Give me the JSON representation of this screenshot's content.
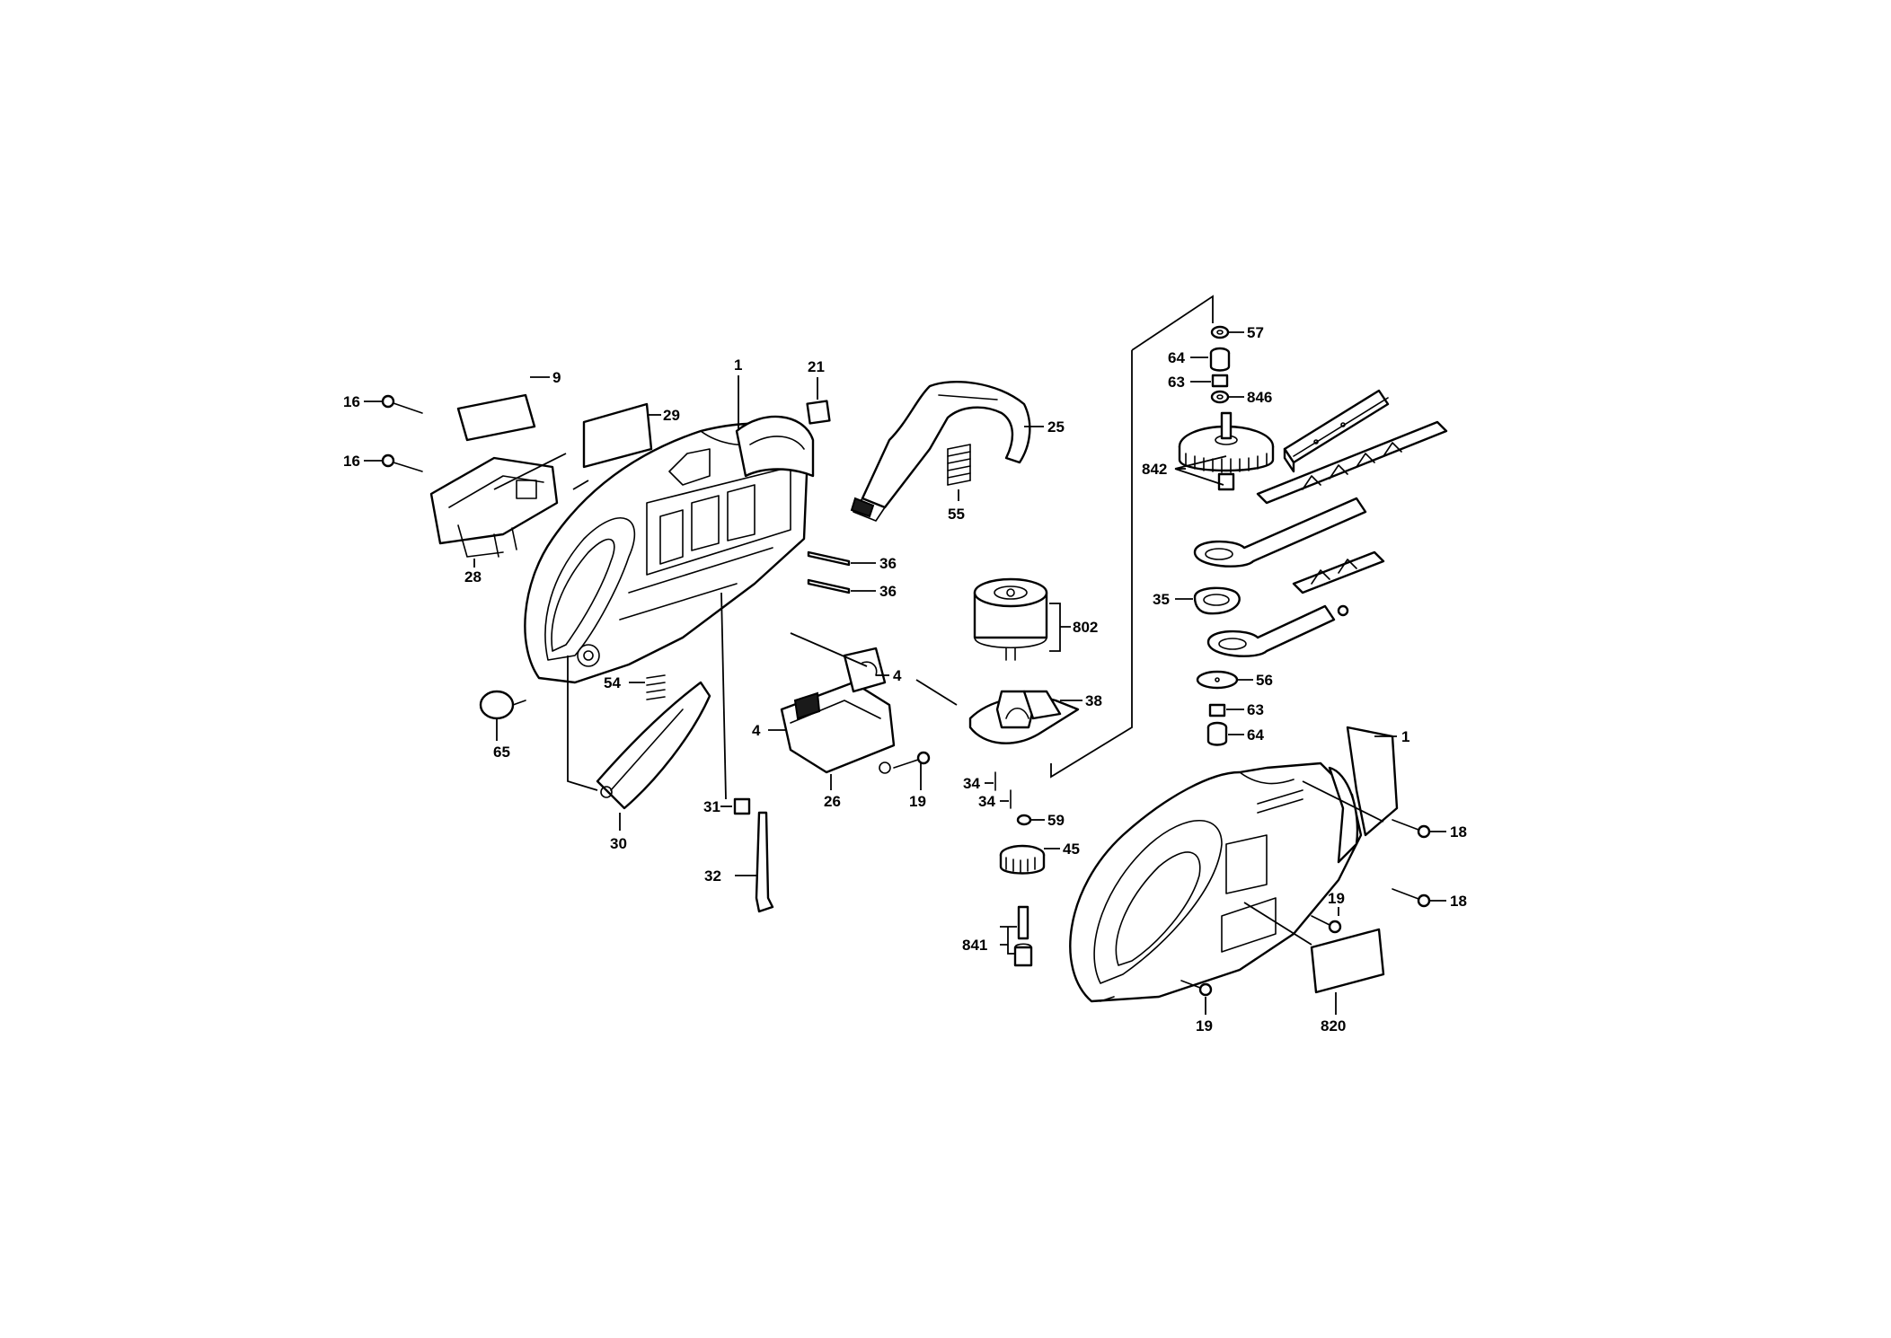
{
  "diagram": {
    "callouts": {
      "c_1_left": "1",
      "c_1_right": "1",
      "c_4_upper": "4",
      "c_4_lower": "4",
      "c_9": "9",
      "c_16_upper": "16",
      "c_16_lower": "16",
      "c_18_upper": "18",
      "c_18_lower": "18",
      "c_19_mid": "19",
      "c_19_right": "19",
      "c_19_bottom": "19",
      "c_21": "21",
      "c_25": "25",
      "c_26": "26",
      "c_28": "28",
      "c_29": "29",
      "c_30": "30",
      "c_31": "31",
      "c_32": "32",
      "c_34_upper": "34",
      "c_34_lower": "34",
      "c_35": "35",
      "c_36_upper": "36",
      "c_36_lower": "36",
      "c_38": "38",
      "c_45": "45",
      "c_54": "54",
      "c_55": "55",
      "c_56": "56",
      "c_57": "57",
      "c_59": "59",
      "c_63_upper": "63",
      "c_63_lower": "63",
      "c_64_upper": "64",
      "c_64_lower": "64",
      "c_65": "65",
      "c_802": "802",
      "c_820": "820",
      "c_841": "841",
      "c_842": "842",
      "c_846": "846"
    },
    "icons": {
      "housing_left": "housing-shell-icon",
      "housing_right": "housing-cover-icon",
      "motor": "electric-motor-icon",
      "gear": "gear-icon",
      "blades": "cutter-blade-icon",
      "screw": "screw-icon",
      "spring": "spring-icon"
    }
  }
}
